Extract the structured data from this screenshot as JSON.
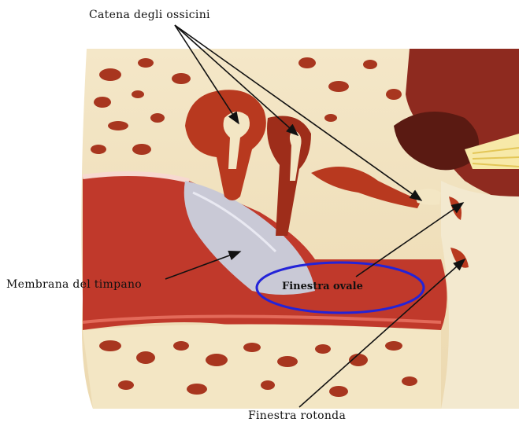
{
  "labels": {
    "ossicles_chain": "Catena degli ossicini",
    "tympanic_membrane": "Membrana del timpano",
    "oval_window": "Finestra ovale",
    "round_window": "Finestra rotonda"
  },
  "colors": {
    "tissue_red": "#c0392b",
    "tissue_dark": "#8e2a1f",
    "bone_cream": "#f3e6c4",
    "membrane_gray": "#c9c9d6",
    "highlight_blue": "#2323d8"
  }
}
